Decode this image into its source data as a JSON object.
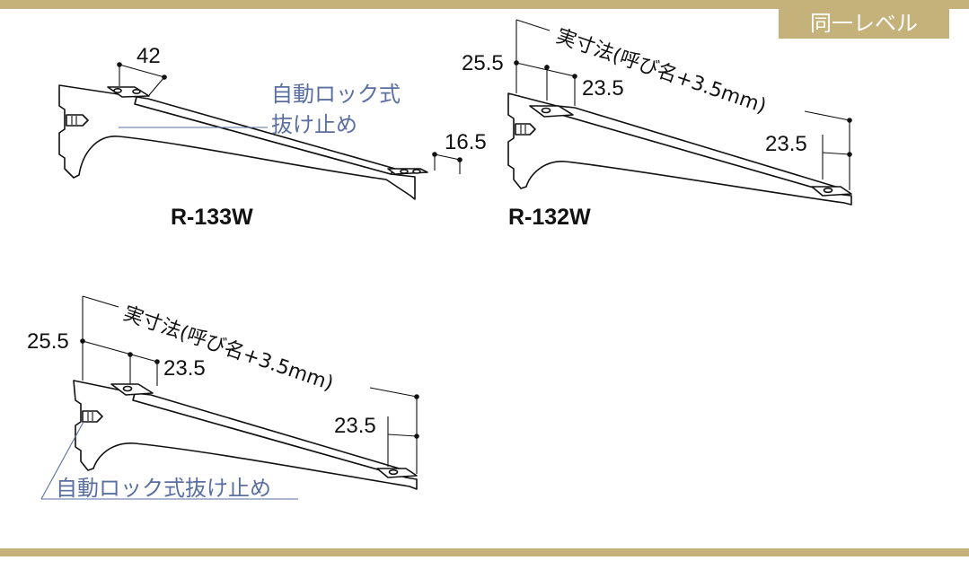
{
  "badge": {
    "label": "同一レベル"
  },
  "colors": {
    "accent": "#c5b27a",
    "note_text": "#5a6fa0",
    "line": "#111111"
  },
  "r133w": {
    "model": "R-133W",
    "dim_top_holes": "42",
    "dim_tip": "16.5",
    "note_line1": "自動ロック式",
    "note_line2": "抜け止め"
  },
  "r132w": {
    "model": "R-132W",
    "dim_left_vertical": "25.5",
    "dim_first_hole": "23.5",
    "dim_tip": "23.5",
    "length_label": "実寸法(呼び名+3.5mm)"
  },
  "bottom": {
    "dim_left_vertical": "25.5",
    "dim_first_hole": "23.5",
    "dim_tip": "23.5",
    "length_label": "実寸法(呼び名+3.5mm)",
    "note": "自動ロック式抜け止め"
  }
}
